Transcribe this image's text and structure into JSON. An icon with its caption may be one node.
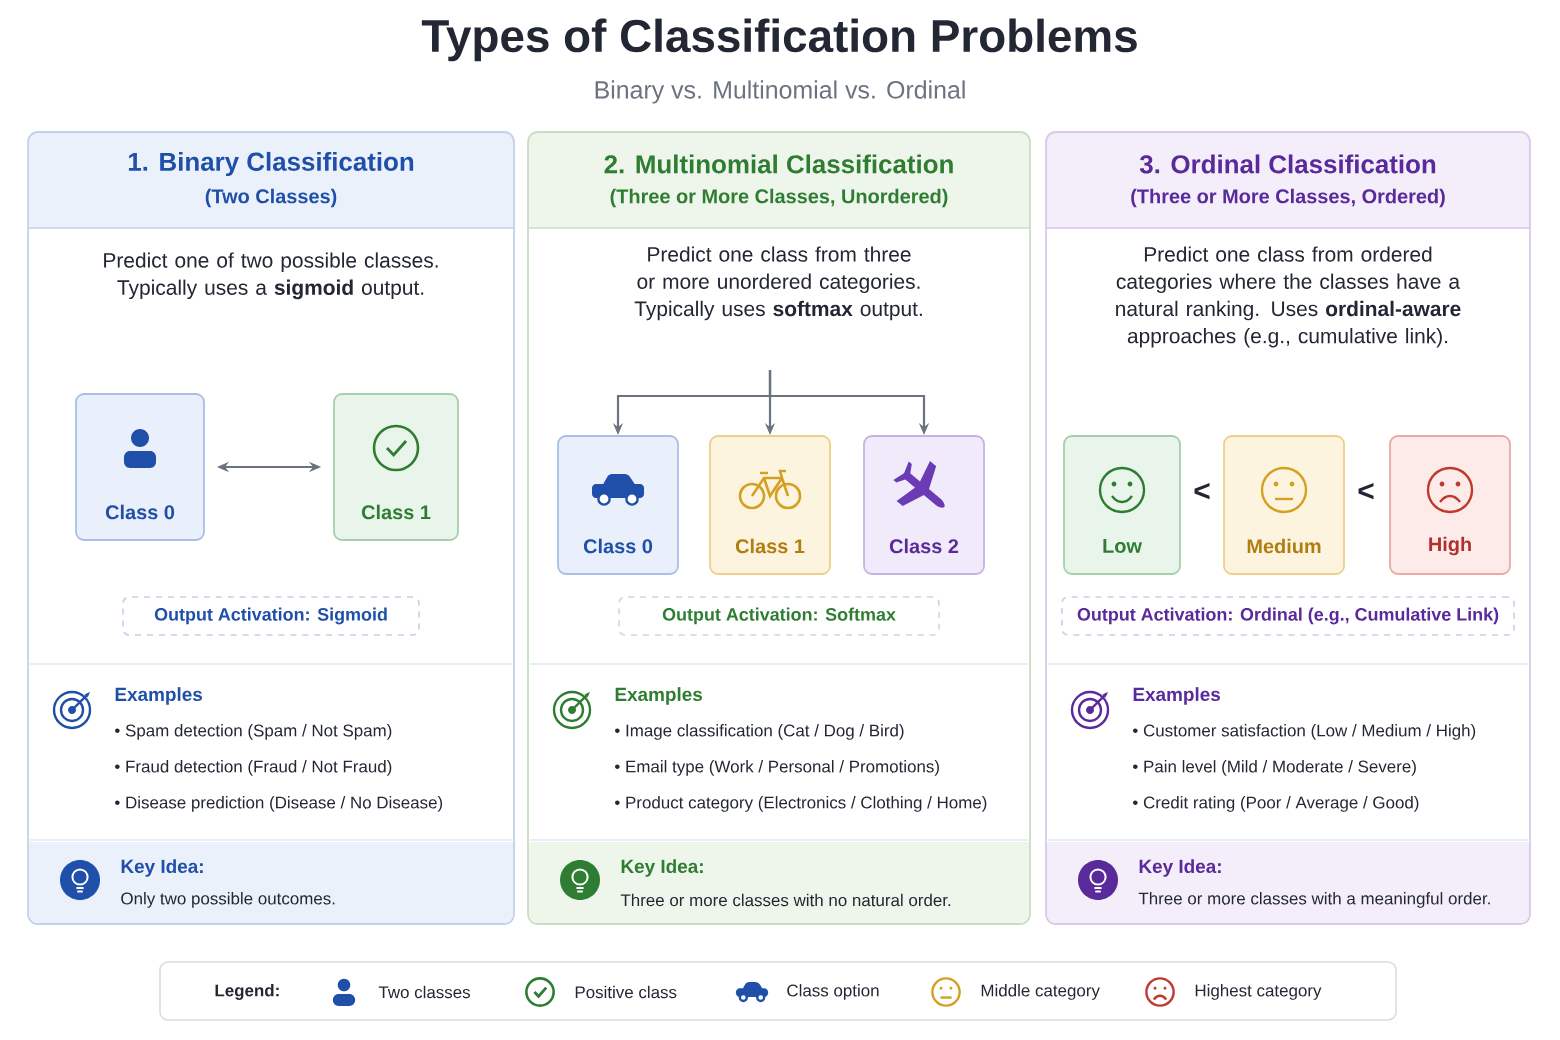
{
  "diagram": {
    "title": "Types of Classification Problems",
    "nodes": [
      {
        "text": [
          "1. Binary Classification",
          "(Two Classes)",
          "Predict one of two possible classes. Typically uses a **sigmoid** output."
        ]
      },
      {
        "text": [
          "Class 0"
        ],
        "in": 0
      },
      {
        "text": [
          "Class 1"
        ],
        "in": 0
      },
      {
        "text": [
          "Output Activation: Sigmoid"
        ],
        "in": 0
      },
      {
        "text": [
          "Examples",
          "• Spam detection (Spam / Not Spam)",
          "• Fraud detection (Fraud / Not Fraud)",
          "• Disease prediction (Disease / No Disease)"
        ],
        "in": 0
      },
      {
        "text": [
          "Key Idea:",
          "Only two possible outcomes."
        ],
        "in": 0
      },
      {
        "text": [
          "2. Multinomial Classification",
          "(Three or More Classes, Unordered)",
          "Predict one class from three or more unordered categories. Typically uses **softmax** output."
        ]
      },
      {
        "text": [
          "Class 0"
        ],
        "in": 6
      },
      {
        "text": [
          "Class 1"
        ],
        "in": 6
      },
      {
        "text": [
          "Class 2"
        ],
        "in": 6
      },
      {
        "text": [
          "Output Activation: Softmax"
        ],
        "in": 6
      },
      {
        "text": [
          "Examples",
          "• Image classification (Cat / Dog / Bird)",
          "• Email type (Work / Personal / Promotions)",
          "• Product category (Electronics / Clothing / Home)"
        ],
        "in": 6
      },
      {
        "text": [
          "Key Idea:",
          "Three or more classes with no natural order."
        ],
        "in": 6
      },
      {
        "text": [
          "3. Ordinal Classification",
          "(Three or More Classes, Ordered)",
          "Predict one class from ordered categories where the classes have a natural ranking. Uses **ordinal-aware** approaches (e.g., cumulative link)."
        ]
      },
      {
        "text": [
          "Low"
        ],
        "in": 13
      },
      {
        "text": [
          "Medium"
        ],
        "in": 13
      },
      {
        "text": [
          "High"
        ],
        "in": 13
      },
      {
        "text": [
          "Output Activation: Ordinal (e.g., Cumulative Link)"
        ],
        "in": 13
      },
      {
        "text": [
          "Examples",
          "• Customer satisfaction (Low / Medium / High)",
          "• Pain level (Mild / Moderate / Severe)",
          "• Credit rating (Poor / Average / Good)"
        ],
        "in": 13
      },
      {
        "text": [
          "Key Idea:",
          "Three or more classes with a meaningful order."
        ],
        "in": 13
      }
    ],
    "edges": [
      {
        "from": 1,
        "to": 2,
        "arrow": "both"
      },
      {
        "from": null,
        "to": 7,
        "arrow": "to"
      },
      {
        "from": null,
        "to": 8,
        "arrow": "to"
      },
      {
        "from": null,
        "to": 9,
        "arrow": "to"
      }
    ],
    "labels": [
      "Binary vs. Multinomial vs. Ordinal",
      "<",
      "<",
      "Legend:"
    ],
    "legend": [
      {
        "text": "Two classes"
      },
      {
        "text": "Positive class"
      },
      {
        "text": "Class option"
      },
      {
        "text": "Middle category"
      },
      {
        "text": "Highest category"
      }
    ]
  }
}
